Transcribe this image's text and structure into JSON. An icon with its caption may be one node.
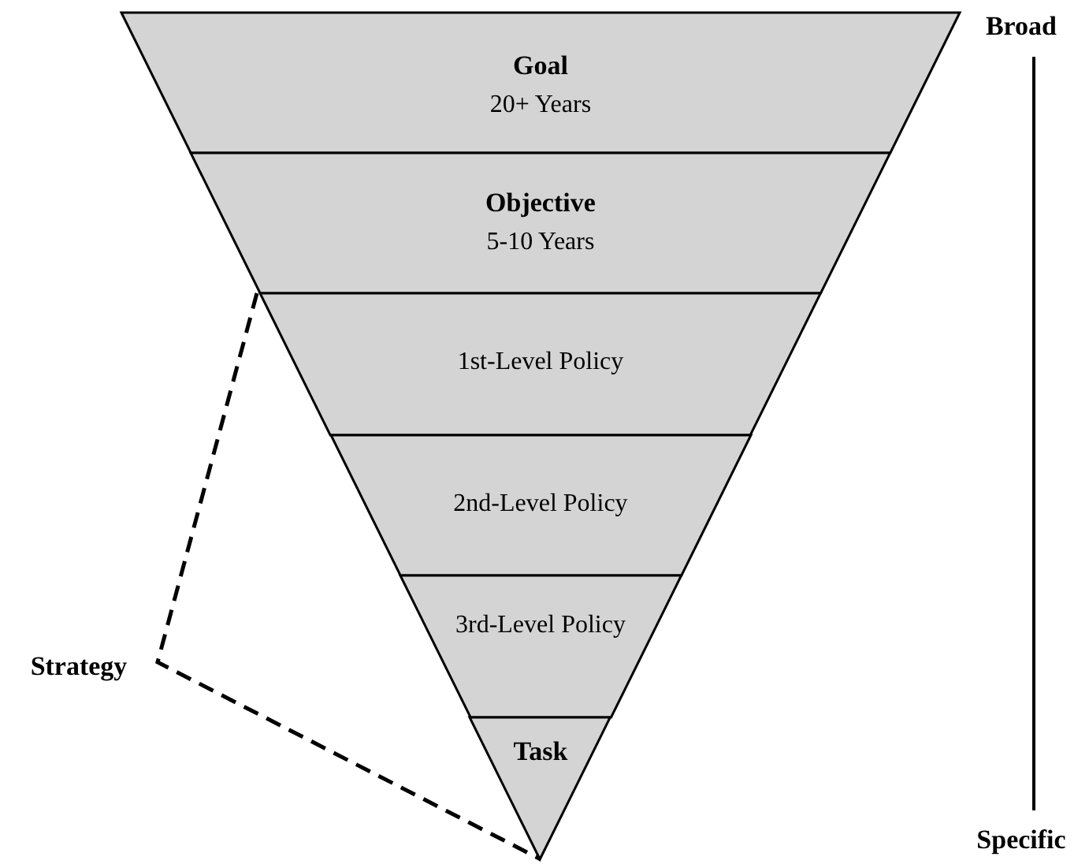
{
  "diagram": {
    "nodes": [
      {
        "text": [
          "Goal",
          "20+ Years"
        ]
      },
      {
        "text": [
          "Objective",
          "5-10 Years"
        ]
      },
      {
        "text": [
          "1st-Level Policy"
        ]
      },
      {
        "text": [
          "2nd-Level Policy"
        ]
      },
      {
        "text": [
          "3rd-Level Policy"
        ]
      },
      {
        "text": [
          "Task"
        ]
      }
    ],
    "labels": [
      "Broad",
      "Strategy",
      "Specific"
    ]
  }
}
